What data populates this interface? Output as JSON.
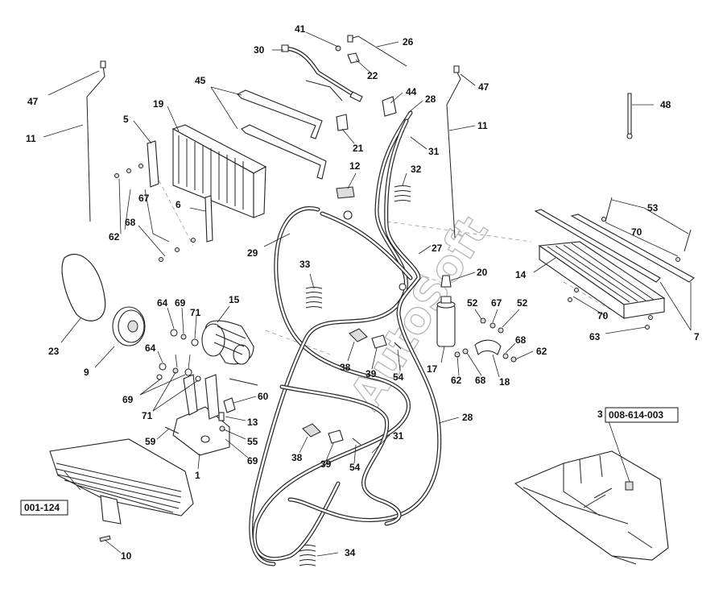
{
  "watermark": "AutoSoft",
  "callouts": {
    "c47a": "47",
    "c11a": "11",
    "c5": "5",
    "c19": "19",
    "c45": "45",
    "c30": "30",
    "c41": "41",
    "c22": "22",
    "c26": "26",
    "c44": "44",
    "c28a": "28",
    "c47b": "47",
    "c11b": "11",
    "c48": "48",
    "c21": "21",
    "c31a": "31",
    "c12": "12",
    "c32": "32",
    "c6": "6",
    "c67a": "67",
    "c68a": "68",
    "c62a": "62",
    "c29": "29",
    "c27": "27",
    "c53": "53",
    "c70a": "70",
    "c14": "14",
    "c20": "20",
    "c33": "33",
    "c23": "23",
    "c15": "15",
    "c64a": "64",
    "c69a": "69",
    "c71a": "71",
    "c9": "9",
    "c64b": "64",
    "c69b": "69",
    "c71b": "71",
    "c52a": "52",
    "c67b": "67",
    "c52b": "52",
    "c70b": "70",
    "c63": "63",
    "c7": "7",
    "c68b": "68",
    "c62b": "62",
    "c18": "18",
    "c62c": "62",
    "c68c": "68",
    "c17": "17",
    "c38a": "38",
    "c39a": "39",
    "c54a": "54",
    "c60": "60",
    "c13": "13",
    "c55": "55",
    "c69c": "69",
    "c59": "59",
    "c1": "1",
    "c28b": "28",
    "c31b": "31",
    "c38b": "38",
    "c39b": "39",
    "c54b": "54",
    "c34": "34",
    "c10": "10",
    "c3": "3"
  },
  "references": {
    "ref_grille": "001-124",
    "ref_chassis": "008-614-003"
  }
}
